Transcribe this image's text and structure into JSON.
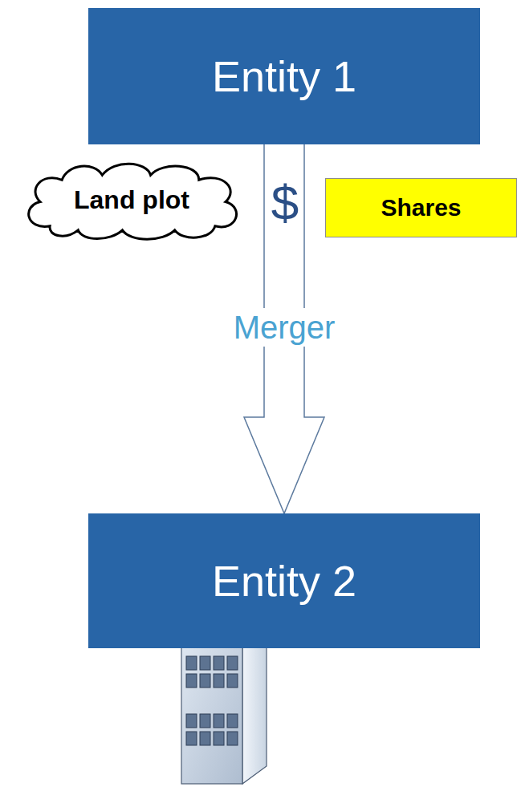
{
  "diagram": {
    "nodes": [
      {
        "text": [
          "Entity 1"
        ]
      },
      {
        "text": [
          "Land plot"
        ]
      },
      {
        "text": [
          "Shares"
        ]
      },
      {
        "text": [
          "Entity 2"
        ]
      }
    ],
    "edges": [
      {
        "from": 0,
        "to": 3,
        "arrow": "to",
        "label": "Merger"
      }
    ],
    "labels": [
      "$"
    ]
  }
}
